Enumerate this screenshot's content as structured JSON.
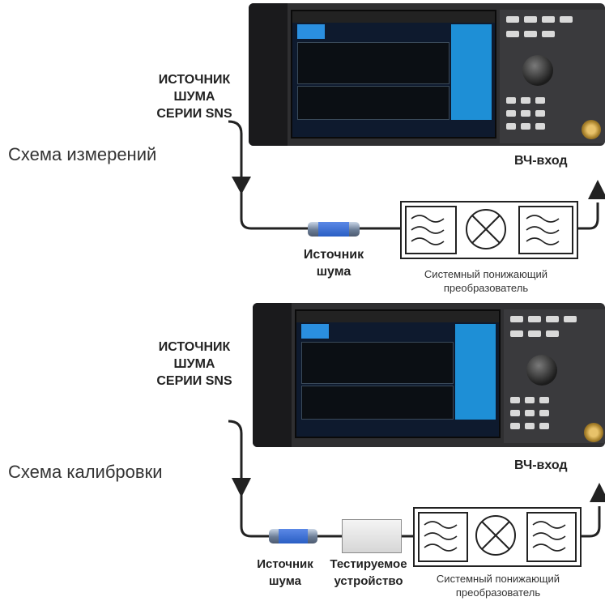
{
  "top_diagram": {
    "section_title": "Схема измерений",
    "source_label": [
      "ИСТОЧНИК",
      "ШУМА",
      "СЕРИИ SNS"
    ],
    "rf_input_label": "ВЧ-вход",
    "noise_source_label": [
      "Источник",
      "шума"
    ],
    "downconverter_label": [
      "Системный понижающий",
      "преобразователь"
    ]
  },
  "bottom_diagram": {
    "section_title": "Схема калибровки",
    "source_label": [
      "ИСТОЧНИК",
      "ШУМА",
      "СЕРИИ SNS"
    ],
    "rf_input_label": "ВЧ-вход",
    "noise_source_label": [
      "Источник",
      "шума"
    ],
    "dut_label": [
      "Тестируемое",
      "устройство"
    ],
    "downconverter_label": [
      "Системный понижающий",
      "преобразователь"
    ]
  },
  "colors": {
    "line": "#222222",
    "screen_accent": "#1e8fd6",
    "noise_source_band": "#2a5fc4",
    "rf_connector": "#d4a94a"
  },
  "icons": [
    "signal-analyzer-icon",
    "noise-source-icon",
    "filter-icon",
    "mixer-icon",
    "dut-icon",
    "rf-connector-icon",
    "arrow-down-icon",
    "arrow-up-icon"
  ]
}
